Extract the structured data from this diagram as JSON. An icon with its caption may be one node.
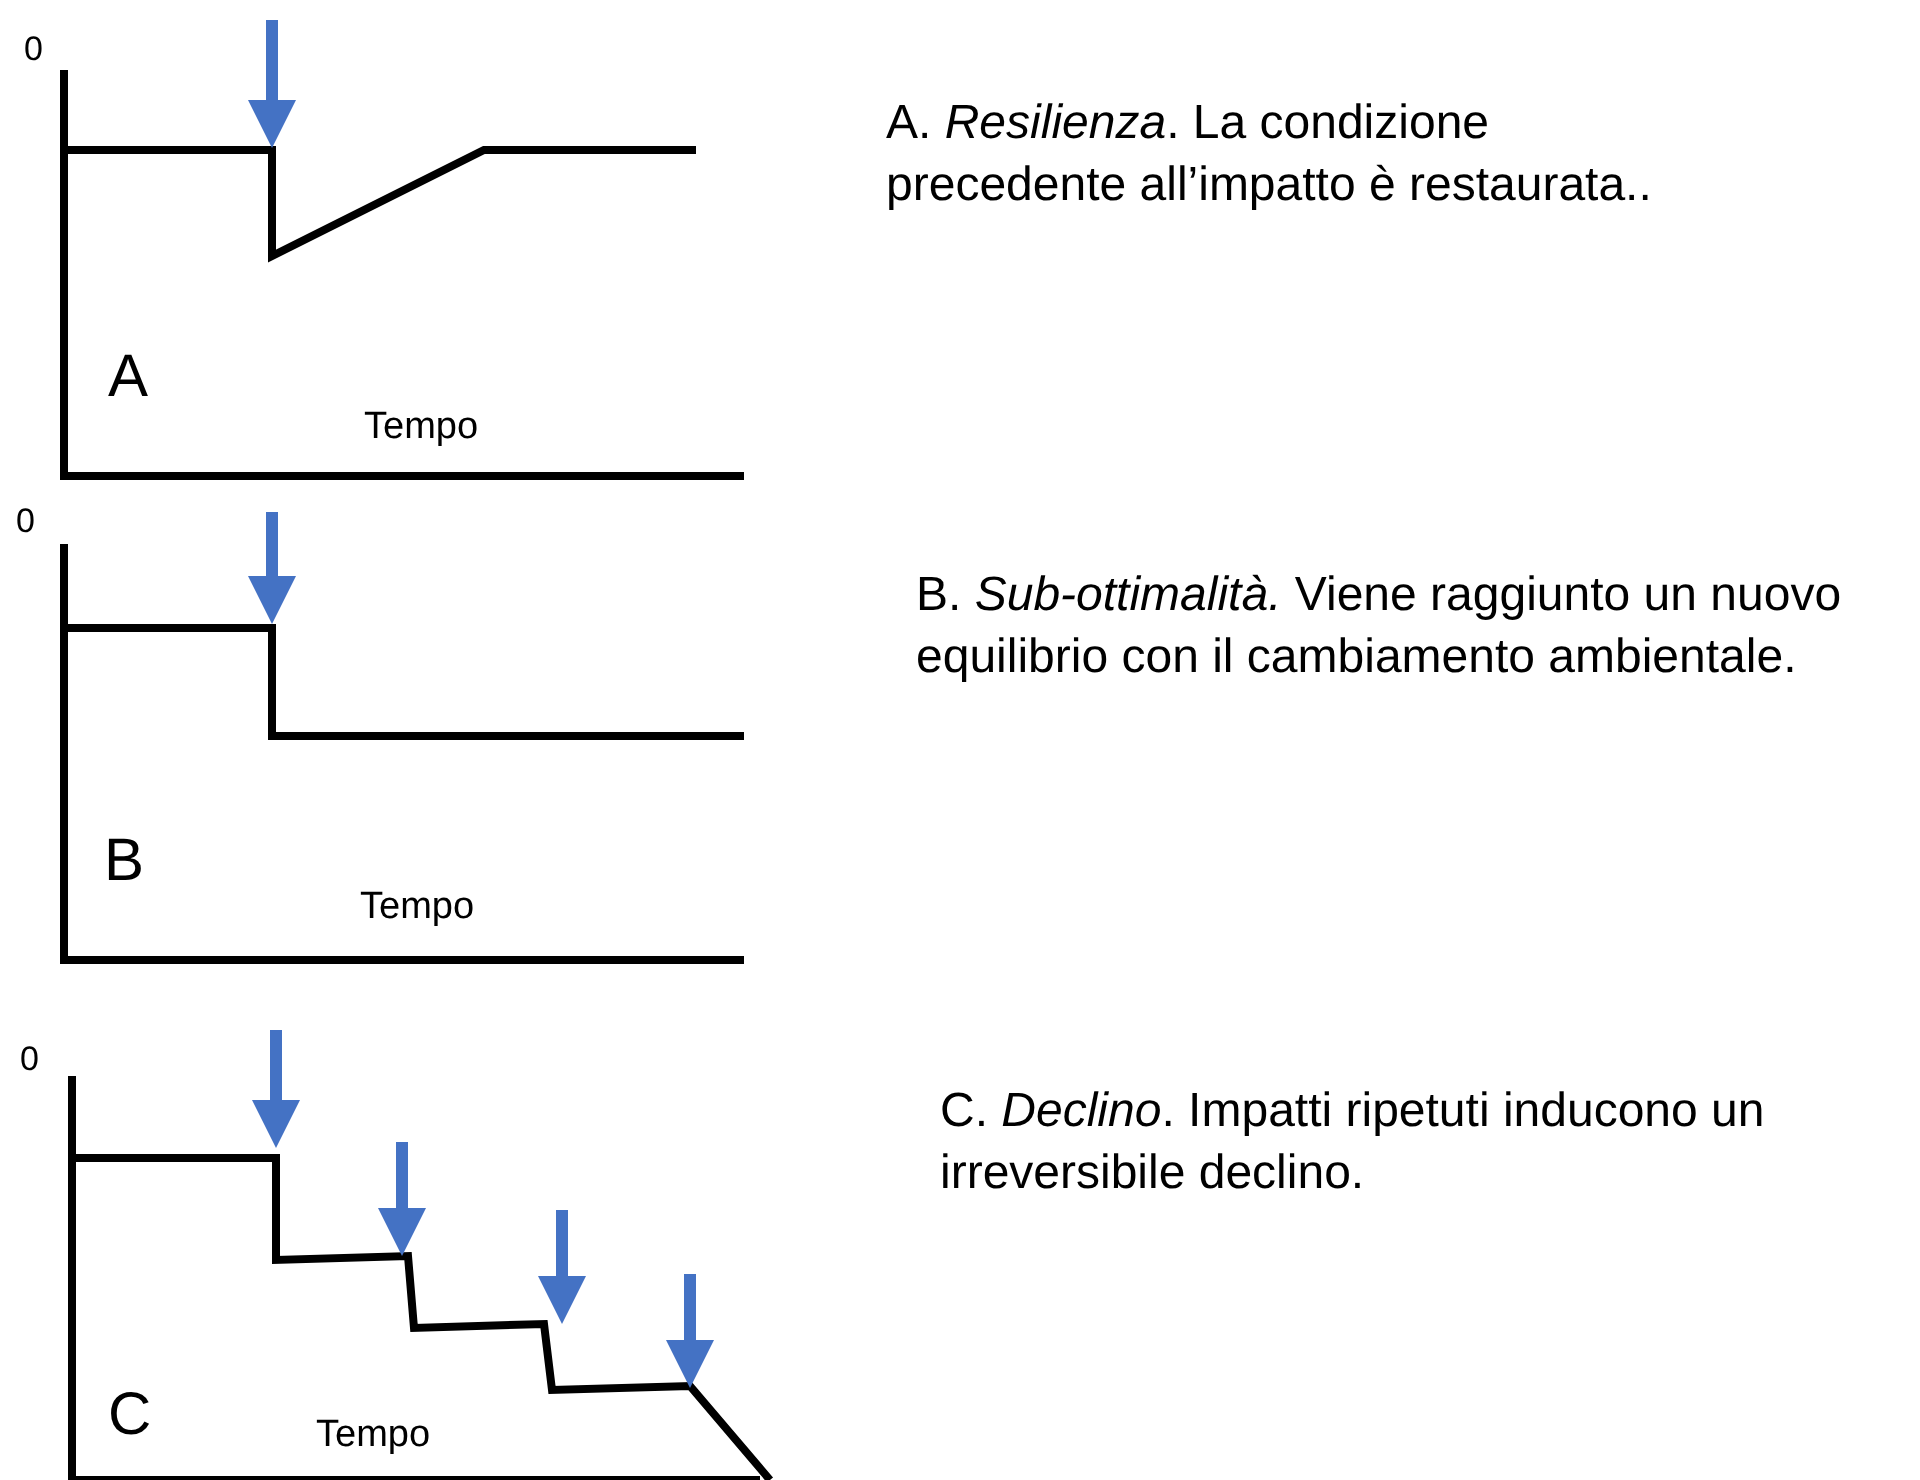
{
  "diagram": {
    "labels": [
      "0",
      "A",
      "Tempo",
      "A. *Resilienza*. La condizione precedente all’impatto è restaurata..",
      "0",
      "B",
      "Tempo",
      "B. *Sub-ottimalità.* Viene raggiunto un nuovo equilibrio con il cambiamento ambientale.",
      "0",
      "C",
      "Tempo",
      "C. *Declino*. Impatti ripetuti inducono un irreversibile declino."
    ]
  }
}
